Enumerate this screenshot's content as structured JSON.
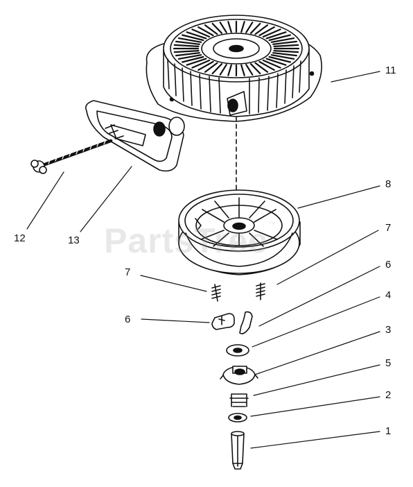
{
  "watermark": {
    "text": "PartsTree",
    "mark": "™"
  },
  "callouts": [
    {
      "id": "11",
      "text": "11"
    },
    {
      "id": "8",
      "text": "8"
    },
    {
      "id": "7a",
      "text": "7"
    },
    {
      "id": "6a",
      "text": "6"
    },
    {
      "id": "4",
      "text": "4"
    },
    {
      "id": "3",
      "text": "3"
    },
    {
      "id": "5",
      "text": "5"
    },
    {
      "id": "2",
      "text": "2"
    },
    {
      "id": "1",
      "text": "1"
    },
    {
      "id": "12",
      "text": "12"
    },
    {
      "id": "13",
      "text": "13"
    },
    {
      "id": "7b",
      "text": "7"
    },
    {
      "id": "6b",
      "text": "6"
    }
  ],
  "colors": {
    "ink": "#111111",
    "fill": "#ffffff",
    "shade": "#d8d8d8"
  }
}
